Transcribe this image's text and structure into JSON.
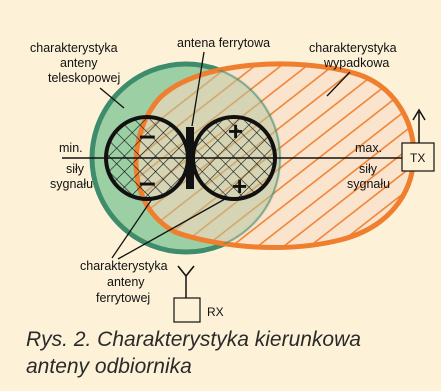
{
  "labels": {
    "teleskopowa": [
      "charakterystyka",
      "anteny",
      "teleskopowej"
    ],
    "ferrytowa_antena": "antena ferrytowa",
    "wypadkowa": [
      "charakterystyka",
      "wypadkowa"
    ],
    "min": [
      "min.",
      "siły",
      "sygnału"
    ],
    "max": [
      "max.",
      "siły",
      "sygnału"
    ],
    "ferrytowej": [
      "charakterystyka",
      "anteny",
      "ferrytowej"
    ],
    "tx": "TX",
    "rx": "RX"
  },
  "signs": {
    "left_top": "–",
    "left_bottom": "–",
    "right_top": "+",
    "right_bottom": "+"
  },
  "caption": {
    "line1": "Rys. 2. Charakterystyka kierunkowa",
    "line2": "anteny odbiornika"
  },
  "colors": {
    "background": "#fdf2d8",
    "teleskop_fill": "#9ccfa4",
    "teleskop_stroke": "#3e8c6c",
    "wypadkowa_stroke": "#ef7f2e",
    "ferryt_stroke": "#1a1a1a"
  }
}
